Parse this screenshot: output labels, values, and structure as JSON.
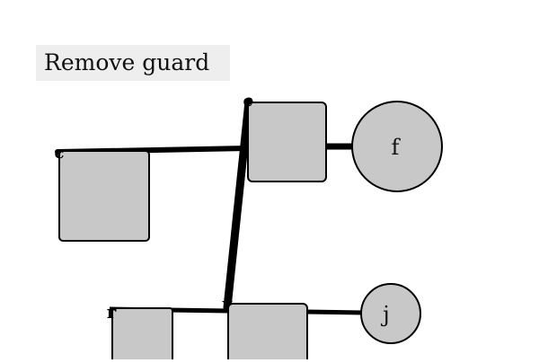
{
  "toolbar": {
    "remove_guard_label": "Remove guard"
  },
  "colors": {
    "node_fill": "#c8c8c8",
    "stroke": "#000000",
    "button_bg": "#eeeeee"
  },
  "diagram": {
    "circle_nodes": [
      {
        "id": "f",
        "label": "f"
      },
      {
        "id": "j",
        "label": "j"
      }
    ],
    "port_labels": [
      {
        "id": "c-top",
        "label": "c"
      },
      {
        "id": "c-left",
        "label": "c"
      },
      {
        "id": "v",
        "label": "v"
      },
      {
        "id": "r",
        "label": "r"
      }
    ]
  }
}
